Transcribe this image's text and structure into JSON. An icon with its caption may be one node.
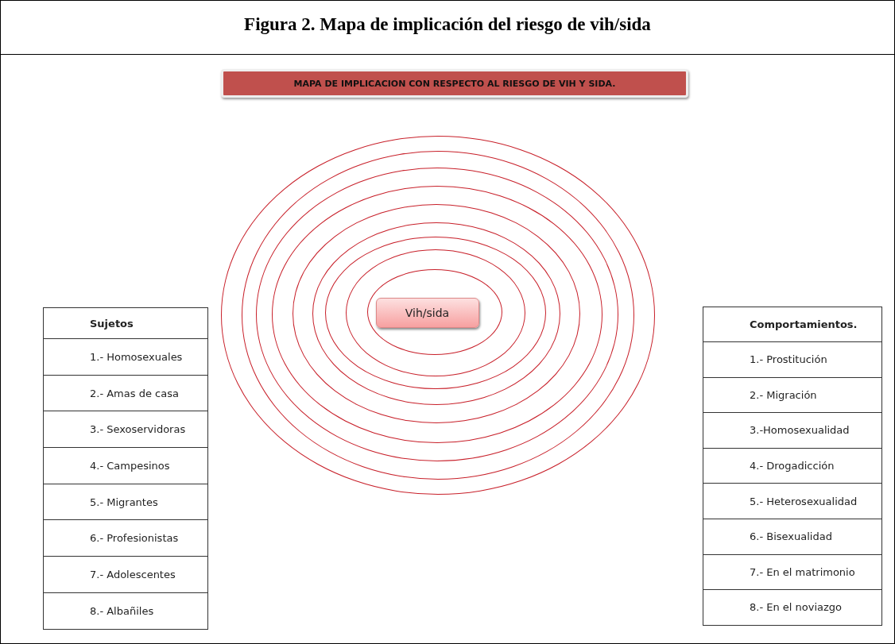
{
  "diagram": {
    "title": "Figura 2. Mapa de implicación del riesgo de vih/sida",
    "nodes": [
      {
        "text": [
          "MAPA DE IMPLICACION CON RESPECTO AL RIESGO DE VIH Y SIDA."
        ]
      },
      {
        "text": [],
        "shape": "ellipse"
      },
      {
        "text": [],
        "shape": "ellipse",
        "in": 1
      },
      {
        "text": [],
        "shape": "ellipse",
        "in": 2
      },
      {
        "text": [],
        "shape": "ellipse",
        "in": 3
      },
      {
        "text": [],
        "shape": "ellipse",
        "in": 4
      },
      {
        "text": [],
        "shape": "ellipse",
        "in": 5
      },
      {
        "text": [],
        "shape": "ellipse",
        "in": 6
      },
      {
        "text": [],
        "shape": "ellipse",
        "in": 7
      },
      {
        "text": [],
        "shape": "ellipse",
        "in": 8
      },
      {
        "text": [
          "Vih/sida"
        ],
        "in": 9
      }
    ],
    "edges": [],
    "labels": [
      "Sujetos",
      "1.- Homosexuales",
      "2.- Amas de casa",
      "3.- Sexoservidoras",
      "4.- Campesinos",
      "5.- Migrantes",
      "6.- Profesionistas",
      "7.- Adolescentes",
      "8.- Albañiles",
      "Comportamientos.",
      "1.- Prostitución",
      "2.- Migración",
      "3.-Homosexualidad",
      "4.- Drogadicción",
      "5.- Heterosexualidad",
      "6.- Bisexualidad",
      "7.- En el matrimonio",
      "8.- En el noviazgo"
    ]
  }
}
